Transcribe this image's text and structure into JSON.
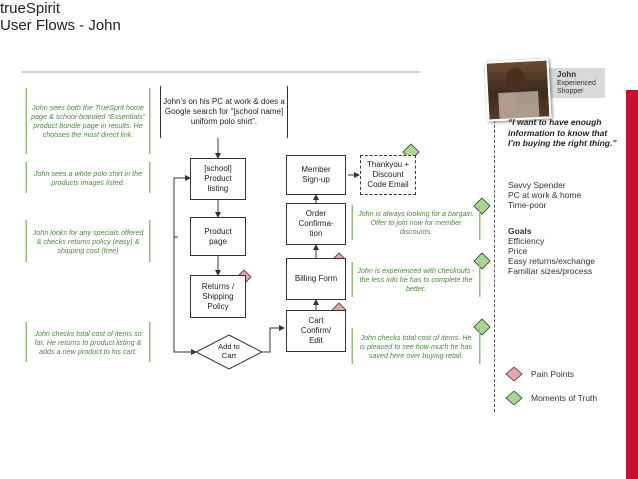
{
  "title": {
    "line1": "trueSpirit",
    "line2": "User Flows - John"
  },
  "notes": {
    "n1": "John sees both the TrueSprit home page & school-branded “Essentials” product bundle page in results. He chooses the most direct link.",
    "n2": "John sees a white polo shirt in the products images listed.",
    "n3": "John looks for any specials offered & checks returns policy (easy) & shipping cost (free)",
    "n4": "John checks total cost of items so far. He returns to product listing & adds a new product to his cart.",
    "n5": "John is always looking for a bargain. Offer to join now for member discounts.",
    "n6": "John is experienced with checkouts - the less info he has to complete the better.",
    "n7": "John checks total cost of items. He is pleased to see how much he has saved here over buying retail."
  },
  "boxes": {
    "start": "John’s on his PC at work & does a Google search for “[school name] uniform polo shirt”.",
    "listing": "[school]\nProduct\nlisting",
    "product": "Product\npage",
    "returns": "Returns /\nShipping\nPolicy",
    "add_to_cart": "Add to\nCart",
    "member": "Member\nSign-up",
    "order": "Order\nConfirma-\ntion",
    "billing": "Billing Form",
    "cart": "Cart\nConfirm/\nEdit",
    "thankyou": "Thankyou +\nDiscount\nCode Email"
  },
  "persona": {
    "name": "John",
    "role_line1": "Experienced",
    "role_line2": "Shopper",
    "quote": "“I want to have enough information to know that I’m buying the right thing.”",
    "traits": [
      "Savvy Spender",
      "PC at work & home",
      "Time-poor"
    ],
    "goals_title": "Goals",
    "goals": [
      "Efficiency",
      "Price",
      "Easy returns/exchange",
      "Familiar sizes/process"
    ]
  },
  "legend": {
    "pain": "Pain Points",
    "truth": "Moments of Truth"
  },
  "colors": {
    "pain": "#e8a6a6",
    "truth": "#a8d88f",
    "note_text": "#4a8a3c",
    "note_border": "#8ec27a",
    "accent_bar": "#c8102e"
  }
}
